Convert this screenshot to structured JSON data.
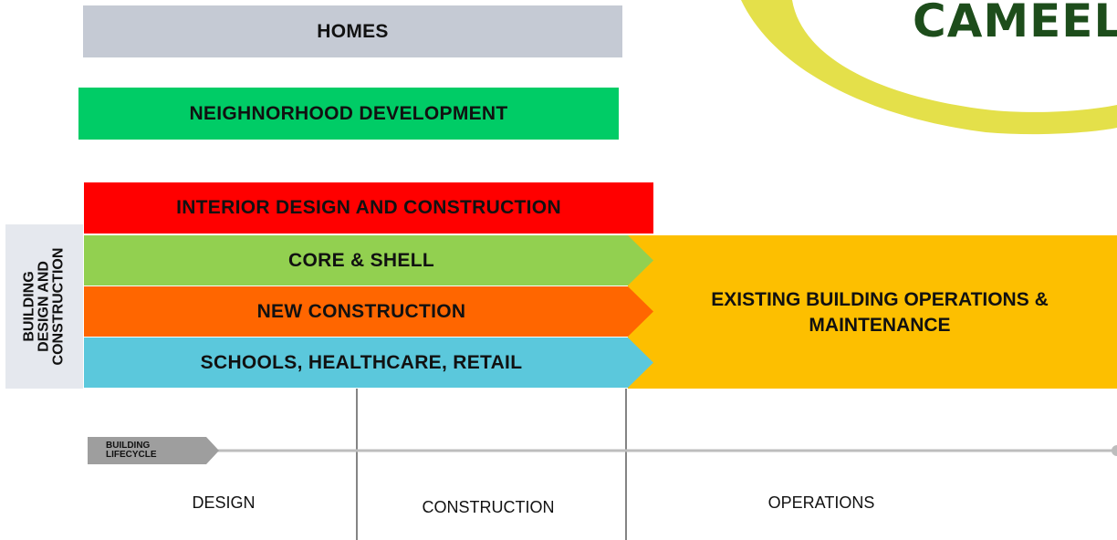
{
  "bands": {
    "homes": "HOMES",
    "neighborhood": "NEIGHNORHOOD DEVELOPMENT",
    "interior": "INTERIOR DESIGN AND CONSTRUCTION",
    "core_shell": "CORE & SHELL",
    "new_construction": "NEW CONSTRUCTION",
    "schools": "SCHOOLS, HEALTHCARE, RETAIL",
    "existing_line1": "EXISTING BUILDING OPERATIONS &",
    "existing_line2": "MAINTENANCE"
  },
  "side_label": {
    "line1": "BUILDING",
    "line2": "DESIGN AND",
    "line3": "CONSTRUCTION"
  },
  "lifecycle": {
    "line1": "BUILDING",
    "line2": "LIFECYCLE"
  },
  "phases": {
    "design": "DESIGN",
    "construction": "CONSTRUCTION",
    "operations": "OPERATIONS"
  },
  "logo_text": "CAMEEL",
  "colors": {
    "homes": "#c5cad4",
    "neighborhood": "#00cc66",
    "interior": "#ff0000",
    "core_shell": "#92d050",
    "new_construction": "#ff6600",
    "schools": "#5bc8dc",
    "existing": "#fdbf00",
    "logo_arc": "#e4e04a",
    "logo_text": "#1d4d1b"
  }
}
